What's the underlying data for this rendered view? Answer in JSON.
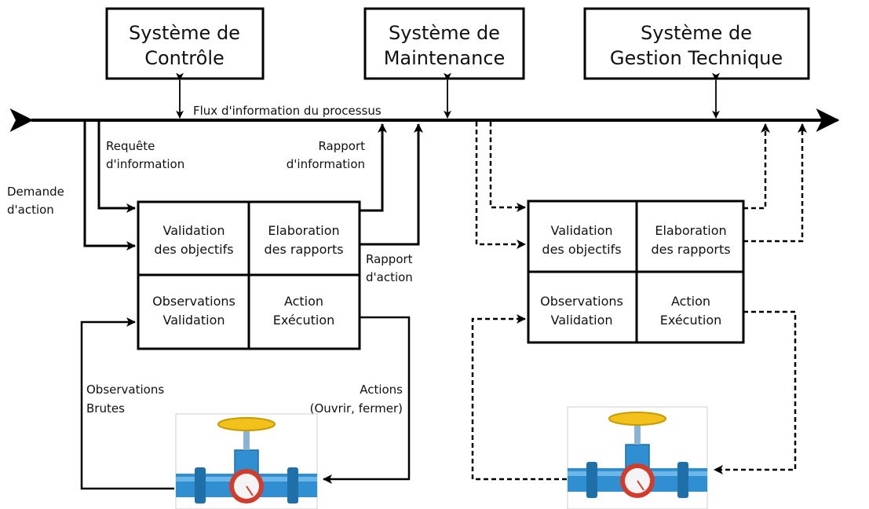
{
  "systems": {
    "control": [
      "Système de",
      "Contrôle"
    ],
    "maintenance": [
      "Système de",
      "Maintenance"
    ],
    "gestion": [
      "Système de",
      "Gestion Technique"
    ]
  },
  "bus_label": "Flux d'information du processus",
  "left_labels": {
    "requete": [
      "Requête",
      "d'information"
    ],
    "demande": [
      "Demande",
      "d'action"
    ],
    "rapport_info": [
      "Rapport",
      "d'information"
    ],
    "rapport_action": [
      "Rapport",
      "d'action"
    ],
    "observations_brutes": [
      "Observations",
      "Brutes"
    ],
    "actions": [
      "Actions",
      "(Ouvrir, fermer)"
    ]
  },
  "cells": {
    "validation": [
      "Validation",
      "des objectifs"
    ],
    "elaboration": [
      "Elaboration",
      "des rapports"
    ],
    "observations": [
      "Observations",
      "Validation"
    ],
    "action": [
      "Action",
      "Exécution"
    ]
  },
  "icons": {
    "valve": "pipe-valve-gauge-icon"
  },
  "colors": {
    "line": "#000000",
    "pipe": "#2f8fd0",
    "handwheel": "#f2c21b",
    "gauge_ring": "#d23c2c"
  }
}
